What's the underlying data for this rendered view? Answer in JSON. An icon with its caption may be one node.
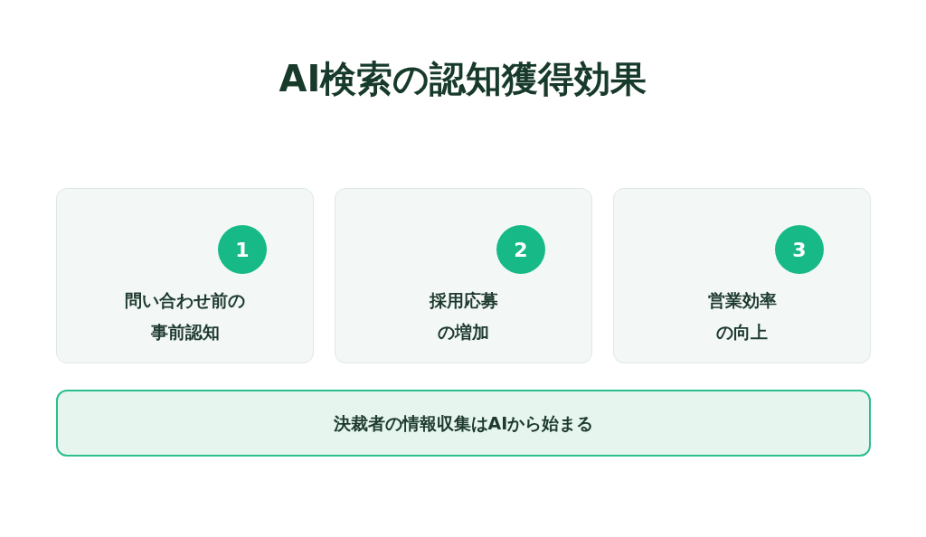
{
  "diagram": {
    "title": "AI検索の認知獲得効果",
    "nodes": [
      {
        "text": [
          "問い合わせ前の事前認知"
        ]
      },
      {
        "text": [
          "1"
        ],
        "in": 0
      },
      {
        "text": [
          "採用応募の増加"
        ]
      },
      {
        "text": [
          "2"
        ],
        "in": 2
      },
      {
        "text": [
          "営業効率の向上"
        ]
      },
      {
        "text": [
          "3"
        ],
        "in": 4
      },
      {
        "text": [
          "決裁者の情報収集はAIから始まる"
        ]
      }
    ]
  }
}
